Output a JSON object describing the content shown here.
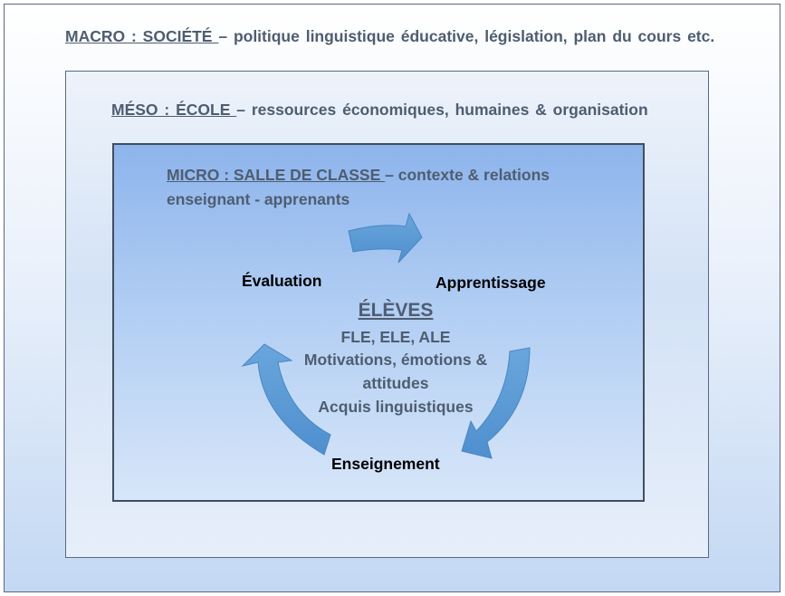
{
  "macro": {
    "label": "MACRO : SOCIÉTÉ ",
    "rest": "– politique linguistique éducative, législation, plan du cours etc."
  },
  "meso": {
    "label": "MÉSO : ÉCOLE ",
    "rest": "– ressources économiques, humaines & organisation"
  },
  "micro": {
    "label": "MICRO : SALLE DE CLASSE ",
    "rest": "– contexte & relations",
    "line2": "enseignant - apprenants"
  },
  "cycle": {
    "stages": [
      "Évaluation",
      "Apprentissage",
      "Enseignement"
    ]
  },
  "eleves": {
    "title": "ÉLÈVES",
    "lines": [
      "FLE, ELE, ALE",
      "Motivations, émotions &",
      "attitudes",
      "Acquis linguistiques"
    ]
  },
  "colors": {
    "arrow": "#5b9bd5",
    "arrow_stroke": "#4a86c0",
    "text": "#4e5d70",
    "border": "#404e60"
  }
}
